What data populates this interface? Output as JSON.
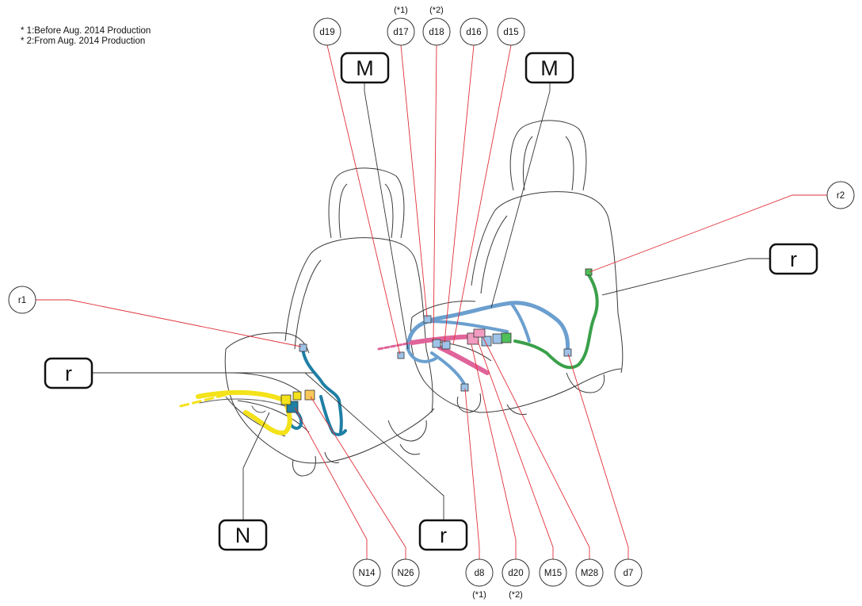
{
  "notes": [
    "* 1:Before Aug. 2014 Production",
    "* 2:From Aug. 2014 Production"
  ],
  "connectors_top": [
    {
      "id": "d19",
      "sub": ""
    },
    {
      "id": "d17",
      "sub": "(*1)"
    },
    {
      "id": "d18",
      "sub": "(*2)"
    },
    {
      "id": "d16",
      "sub": ""
    },
    {
      "id": "d15",
      "sub": ""
    }
  ],
  "connectors_bottom": [
    {
      "id": "N14",
      "sub": ""
    },
    {
      "id": "N26",
      "sub": ""
    },
    {
      "id": "d8",
      "sub": "(*1)"
    },
    {
      "id": "d20",
      "sub": "(*2)"
    },
    {
      "id": "M15",
      "sub": ""
    },
    {
      "id": "M28",
      "sub": ""
    },
    {
      "id": "d7",
      "sub": ""
    }
  ],
  "connectors_side": [
    {
      "id": "r1",
      "sub": ""
    },
    {
      "id": "r2",
      "sub": ""
    }
  ],
  "harness_boxes": {
    "m_left": "M",
    "m_right": "M",
    "r_left": "r",
    "r_right": "r",
    "r_bottom": "r",
    "n_bottom": "N"
  },
  "colors": {
    "leader": "#e0303a",
    "harness_blue": "#6b9fcf",
    "harness_teal": "#1f7fa5",
    "harness_pink": "#e0649a",
    "harness_yellow": "#f4e21a",
    "harness_green": "#3aa04a",
    "outline": "#3a3a3a"
  }
}
